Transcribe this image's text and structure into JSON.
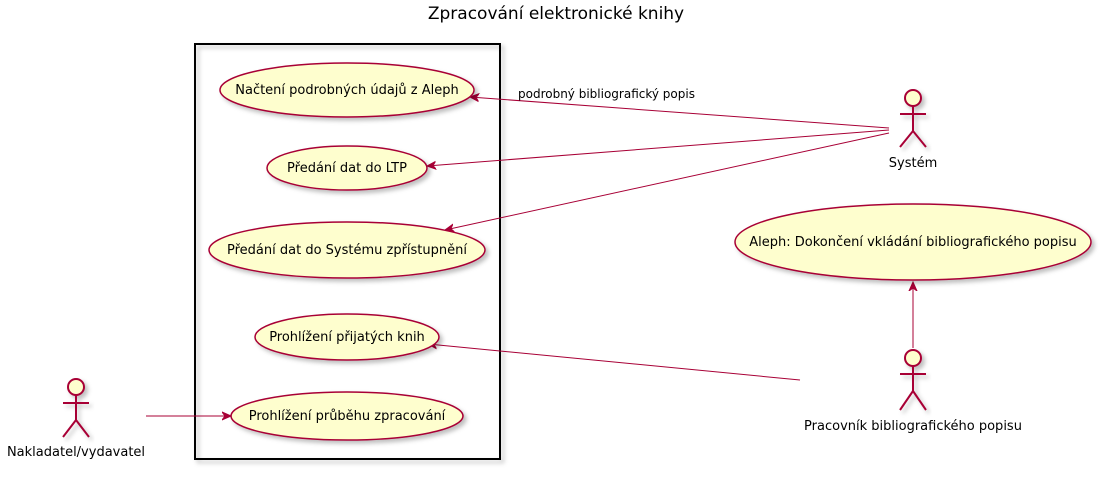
{
  "diagram": {
    "title": "Zpracování elektronické knihy",
    "colors": {
      "usecase_fill": "#FEFECE",
      "usecase_stroke": "#A80036",
      "actor_fill": "#FEFECE",
      "actor_stroke": "#A80036",
      "edge": "#A80036",
      "boundary": "#000000"
    },
    "use_cases": {
      "aleph_details": "Načtení podrobných údajů z Aleph",
      "ltp": "Předání dat do LTP",
      "access_system": "Předání dat do Systému zpřístupnění",
      "received_books": "Prohlížení přijatých knih",
      "processing_progress": "Prohlížení průběhu zpracování",
      "aleph_finish": "Aleph: Dokončení vkládání bibliografického popisu"
    },
    "actors": {
      "system": "Systém",
      "publisher": "Nakladatel/vydavatel",
      "cataloger": "Pracovník bibliografického popisu"
    },
    "edges": {
      "aleph_label": "podrobný bibliografický popis"
    }
  }
}
